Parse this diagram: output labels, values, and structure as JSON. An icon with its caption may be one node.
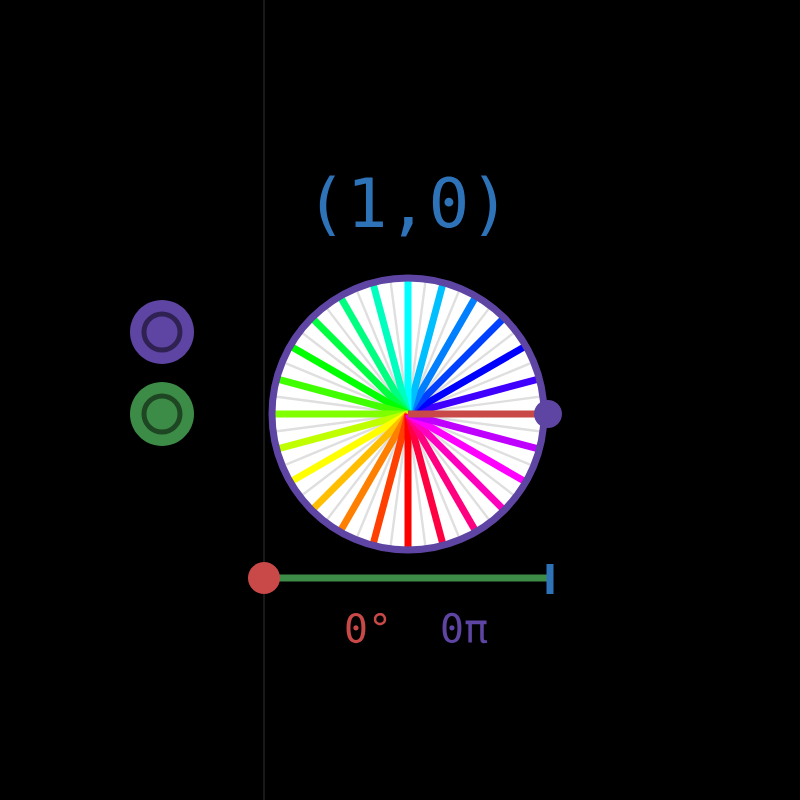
{
  "diagram": {
    "labels": [
      "(1,0)",
      "0°",
      "0π"
    ]
  }
}
